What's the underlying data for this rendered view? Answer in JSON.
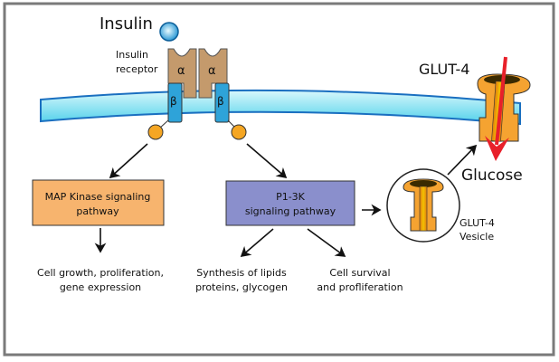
{
  "labels": {
    "insulin": "Insulin",
    "receptor_line1": "Insulin",
    "receptor_line2": "receptor",
    "alpha": "α",
    "beta": "β",
    "glut4": "GLUT-4",
    "glucose": "Glucose",
    "vesicle_line1": "GLUT-4",
    "vesicle_line2": "Vesicle"
  },
  "boxes": {
    "map_kinase": {
      "line1": "MAP Kinase signaling",
      "line2": "pathway",
      "color": "#f7b46e"
    },
    "pi3k": {
      "line1": "P1-3K",
      "line2": "signaling pathway",
      "color": "#8a8fcc"
    }
  },
  "outcomes": {
    "cell_growth": {
      "line1": "Cell growth, proliferation,",
      "line2": "gene expression"
    },
    "synthesis": {
      "line1": "Synthesis of lipids",
      "line2": "proteins, glycogen"
    },
    "survival": {
      "line1": "Cell survival",
      "line2": "and profliferation"
    }
  },
  "colors": {
    "membrane": "#7fe0f0",
    "membrane_edge": "#1a6fc0",
    "alpha_subunit": "#c49a6c",
    "beta_subunit": "#2ea3d9",
    "phospho": "#f5a623",
    "glut4": "#f5a331",
    "glucose_arrow": "#e8202a"
  }
}
